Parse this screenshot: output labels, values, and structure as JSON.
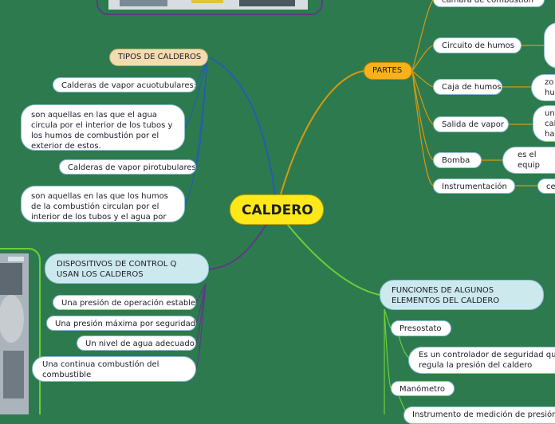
{
  "center": {
    "label": "CALDERO"
  },
  "left": {
    "tipos": {
      "title": "TIPOS DE CALDEROS",
      "items": [
        "Calderas de vapor acuotubulares:",
        "son aquellas en las que el agua circula por el interior de los tubos y los humos de combustión por el exterior de estos.",
        "Calderas de vapor pirotubulares",
        "son aquellas en las que los humos de la combustión circulan por el interior de los tubos y el agua por el exterior."
      ]
    },
    "dispositivos": {
      "title": "DISPOSITIVOS DE CONTROL Q USAN LOS CALDEROS",
      "items": [
        "Una presión de operación estable",
        "Una presión máxima por seguridad",
        "Un nivel de agua adecuado",
        "Una continua combustión del combustible"
      ]
    }
  },
  "partes": {
    "title": "PARTES",
    "items": [
      {
        "label": "cámara de combustión",
        "detail": ""
      },
      {
        "label": "Circuito de humos",
        "detail": ""
      },
      {
        "label": "Caja de humos",
        "detail": "zo hu"
      },
      {
        "label": "Salida de vapor",
        "detail": "una cal hac"
      },
      {
        "label": "Bomba",
        "detail": "es el equip agua en es"
      },
      {
        "label": "Instrumentación",
        "detail": "ce"
      }
    ]
  },
  "funciones": {
    "title": "FUNCIONES DE ALGUNOS ELEMENTOS DEL CALDERO",
    "items": [
      {
        "label": "Presostato",
        "detail": "Es un controlador de seguridad que regula la presión del caldero"
      },
      {
        "label": "Manómetro",
        "detail": "Instrumento de medición de presión"
      }
    ]
  },
  "colors": {
    "background": "#2e7a4f",
    "center_fill": "#ffe81a",
    "partes_fill": "#f6b11c",
    "tipos_fill": "#f2dcb0",
    "light_fill": "#cce9ee",
    "branch_blue": "#1f5fb0",
    "branch_gold": "#d49a10",
    "branch_purple": "#5c3a86",
    "branch_green": "#6ad03a"
  }
}
